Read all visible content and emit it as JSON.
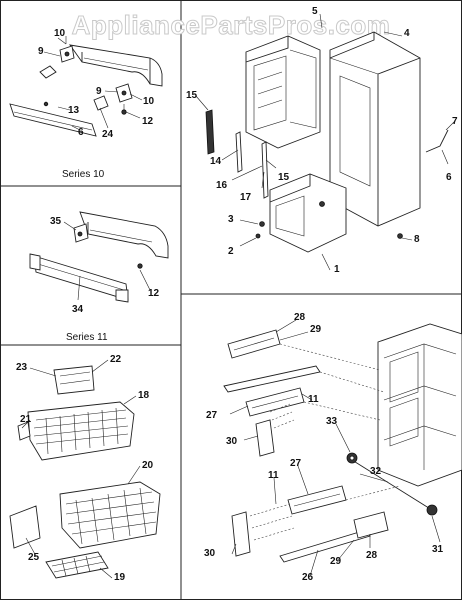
{
  "watermark": "AppliancePartsPros.com",
  "series_labels": {
    "series_10": "Series 10",
    "series_11": "Series 11"
  },
  "callouts": {
    "c1": "1",
    "c2": "2",
    "c3": "3",
    "c4": "4",
    "c5": "5",
    "c6": "6",
    "c7": "7",
    "c8": "8",
    "c9a": "9",
    "c9b": "9",
    "c10a": "10",
    "c10b": "10",
    "c11a": "11",
    "c11b": "11",
    "c12a": "12",
    "c12b": "12",
    "c13": "13",
    "c14": "14",
    "c15a": "15",
    "c15b": "15",
    "c16": "16",
    "c17": "17",
    "c18": "18",
    "c19": "19",
    "c20": "20",
    "c21": "21",
    "c22": "22",
    "c23": "23",
    "c24": "24",
    "c25": "25",
    "c26": "26",
    "c27a": "27",
    "c27b": "27",
    "c28a": "28",
    "c28b": "28",
    "c29a": "29",
    "c29b": "29",
    "c30a": "30",
    "c30b": "30",
    "c31": "31",
    "c32": "32",
    "c33": "33",
    "c34": "34",
    "c35": "35"
  },
  "colors": {
    "line": "#222222",
    "background": "#ffffff",
    "watermark_outline": "#c9c9c9"
  }
}
